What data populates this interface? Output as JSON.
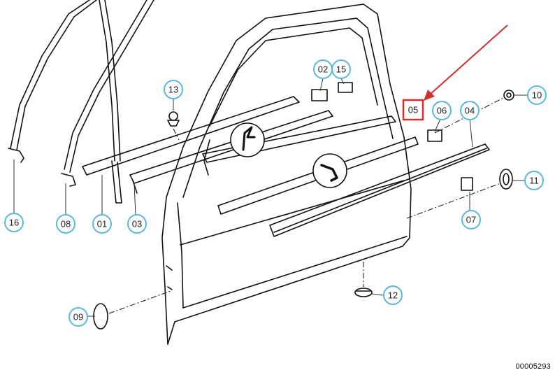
{
  "diagram": {
    "drawing_number": "00005293",
    "highlight_color": "#d32f2f",
    "callout_ring_color": "#5bb8dc",
    "line_color": "#111111",
    "highlighted_callout": "05",
    "callouts": [
      {
        "id": "c01",
        "label": "01"
      },
      {
        "id": "c02",
        "label": "02"
      },
      {
        "id": "c03",
        "label": "03"
      },
      {
        "id": "c04",
        "label": "04"
      },
      {
        "id": "c05",
        "label": "05"
      },
      {
        "id": "c06",
        "label": "06"
      },
      {
        "id": "c07",
        "label": "07"
      },
      {
        "id": "c08",
        "label": "08"
      },
      {
        "id": "c09",
        "label": "09"
      },
      {
        "id": "c10",
        "label": "10"
      },
      {
        "id": "c11",
        "label": "11"
      },
      {
        "id": "c12",
        "label": "12"
      },
      {
        "id": "c13",
        "label": "13"
      },
      {
        "id": "c15",
        "label": "15"
      },
      {
        "id": "c16",
        "label": "16"
      }
    ]
  }
}
